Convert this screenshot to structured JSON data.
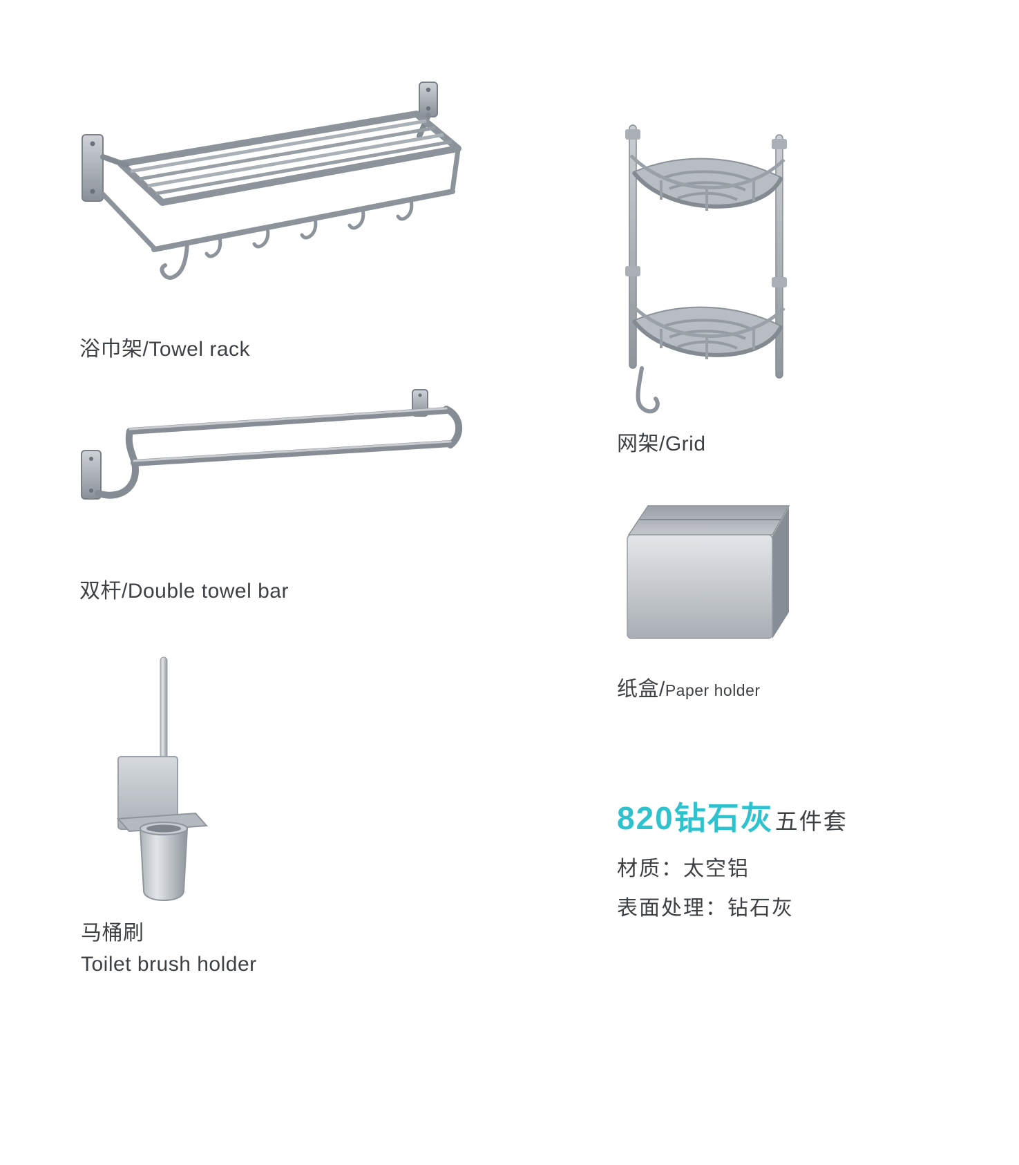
{
  "colors": {
    "accent": "#2fc2ce",
    "text": "#3c4146",
    "metal_light": "#cfd3d8",
    "metal_dark": "#8a9098"
  },
  "products": [
    {
      "name": "towel-rack",
      "label": "浴巾架/Towel rack"
    },
    {
      "name": "double-towel-bar",
      "label": "双杆/Double towel bar"
    },
    {
      "name": "toilet-brush-holder",
      "label_zh": "马桶刷",
      "label_en": "Toilet brush holder"
    },
    {
      "name": "grid",
      "label": "网架/Grid"
    },
    {
      "name": "paper-holder",
      "label_zh": "纸盒/",
      "label_en": "Paper holder"
    }
  ],
  "info": {
    "model": "820钻石灰",
    "set": "五件套",
    "material": "材质：太空铝",
    "finish": "表面处理：钻石灰"
  }
}
